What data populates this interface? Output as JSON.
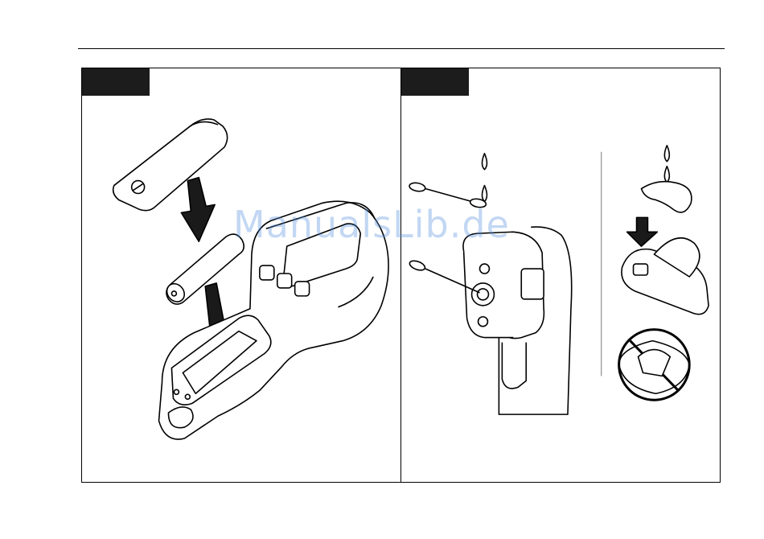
{
  "watermark": {
    "text": "ManualsLib.de"
  },
  "figures": [
    {
      "id": "battery-replacement",
      "tab_label": ""
    },
    {
      "id": "lens-cleaning",
      "tab_label": ""
    }
  ]
}
